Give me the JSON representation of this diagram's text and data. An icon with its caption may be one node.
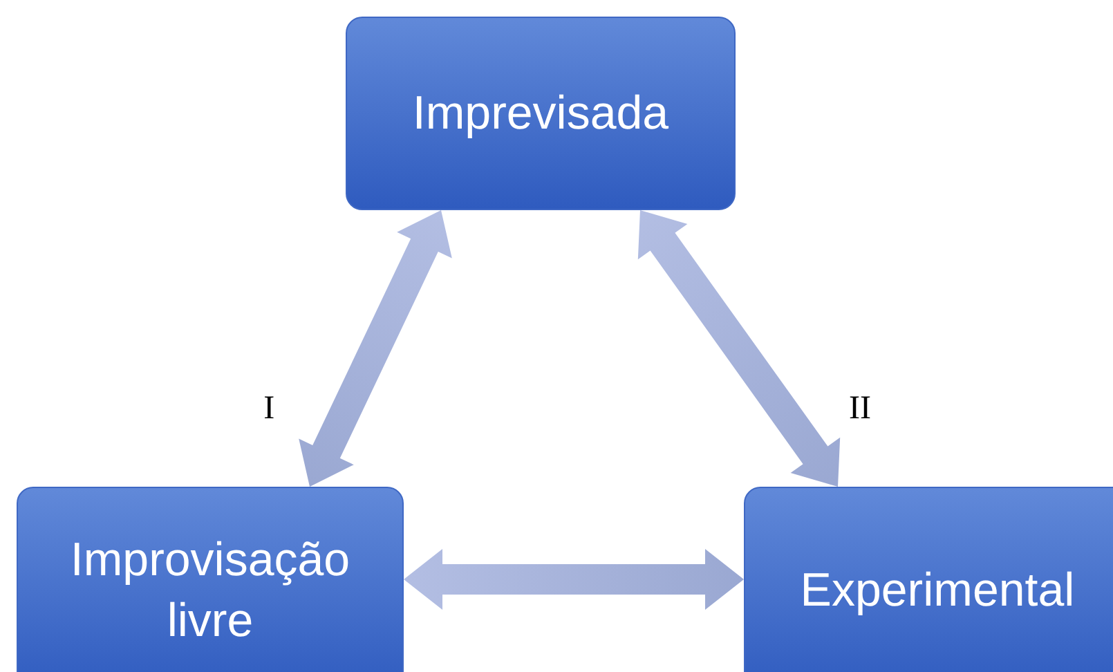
{
  "diagram": {
    "nodes": [
      {
        "text": [
          "Imprevisada"
        ]
      },
      {
        "text": [
          "Improvisação livre"
        ]
      },
      {
        "text": [
          "Experimental"
        ]
      }
    ],
    "edges": [
      {
        "from": 0,
        "to": 1,
        "arrow": "both",
        "label": "I"
      },
      {
        "from": 0,
        "to": 2,
        "arrow": "both",
        "label": "II"
      },
      {
        "from": 1,
        "to": 2,
        "arrow": "both"
      }
    ]
  }
}
